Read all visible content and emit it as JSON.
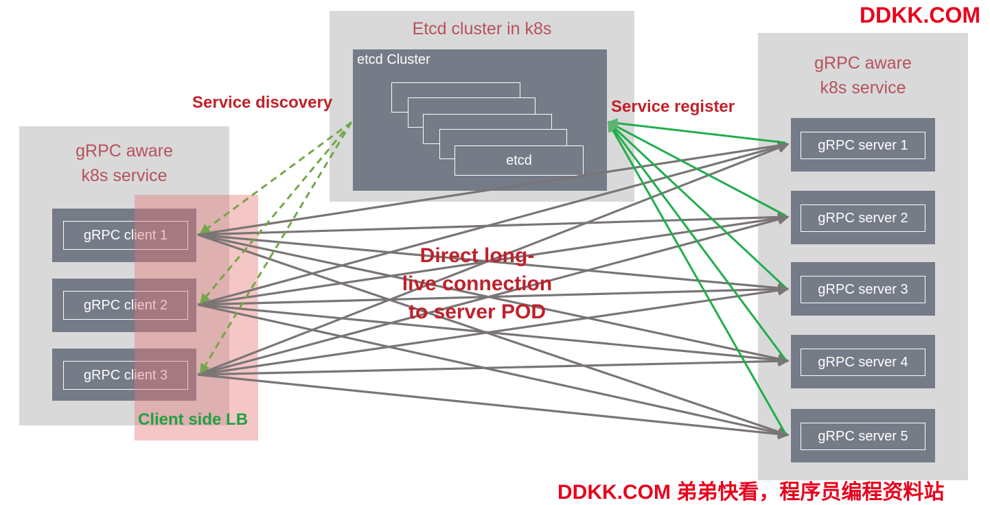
{
  "watermark_top": "DDKK.COM",
  "watermark_bottom": "DDKK.COM 弟弟快看，程序员编程资料站",
  "etcd_panel": {
    "title": "Etcd cluster in k8s",
    "cluster_label": "etcd Cluster",
    "node_label": "etcd"
  },
  "client_panel": {
    "title_line1": "gRPC aware",
    "title_line2": "k8s service",
    "clients": [
      "gRPC client 1",
      "gRPC client 2",
      "gRPC client 3"
    ]
  },
  "server_panel": {
    "title_line1": "gRPC aware",
    "title_line2": "k8s service",
    "servers": [
      "gRPC server 1",
      "gRPC server 2",
      "gRPC server 3",
      "gRPC server 4",
      "gRPC server 5"
    ]
  },
  "labels": {
    "service_discovery": "Service discovery",
    "service_register": "Service register",
    "client_side_lb": "Client side LB",
    "connection_line1": "Direct long-",
    "connection_line2": "live connection",
    "connection_line3": "to server POD"
  },
  "colors": {
    "panel_gray": "#d9d9d9",
    "box_dark": "#757b87",
    "title_red": "#b5525b",
    "label_red": "#c0212a",
    "label_green": "#21a144",
    "arrow_gray": "#7a7575",
    "arrow_green": "#1fae4b",
    "discovery_dash": "#74a64a",
    "lb_pink": "#e47878"
  }
}
